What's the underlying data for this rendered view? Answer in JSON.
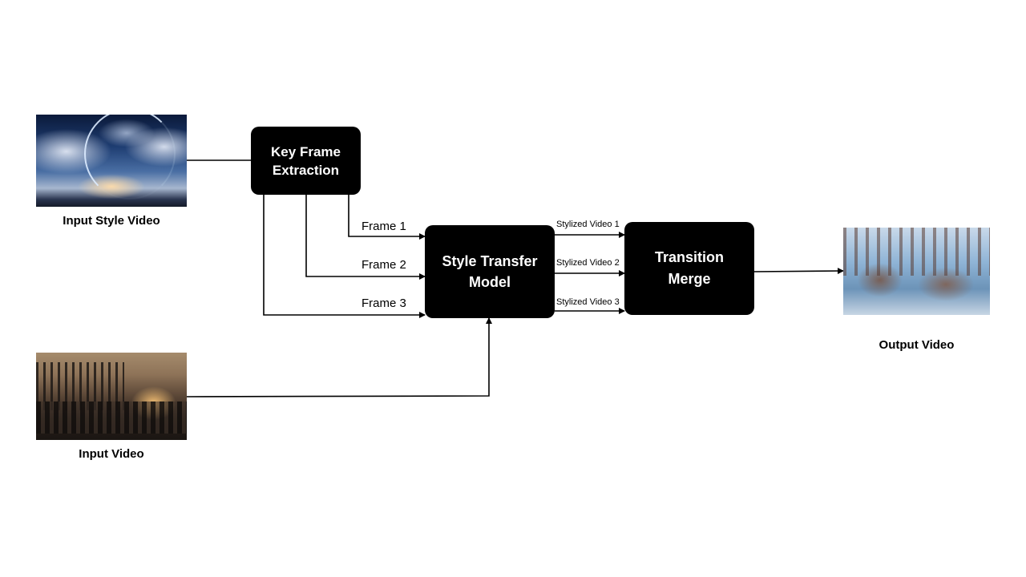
{
  "inputs": {
    "style_video_label": "Input Style Video",
    "input_video_label": "Input Video"
  },
  "output": {
    "video_label": "Output Video"
  },
  "nodes": {
    "key_frame_extraction": [
      "Key Frame",
      "Extraction"
    ],
    "style_transfer_model": [
      "Style Transfer",
      "Model"
    ],
    "transition_merge": [
      "Transition",
      "Merge"
    ]
  },
  "frames": [
    "Frame 1",
    "Frame 2",
    "Frame 3"
  ],
  "stylized_videos": [
    "Stylized Video 1",
    "Stylized Video 2",
    "Stylized Video 3"
  ],
  "colors": {
    "box_fill": "#000000",
    "box_text": "#ffffff",
    "line": "#000000",
    "background": "#ffffff"
  }
}
